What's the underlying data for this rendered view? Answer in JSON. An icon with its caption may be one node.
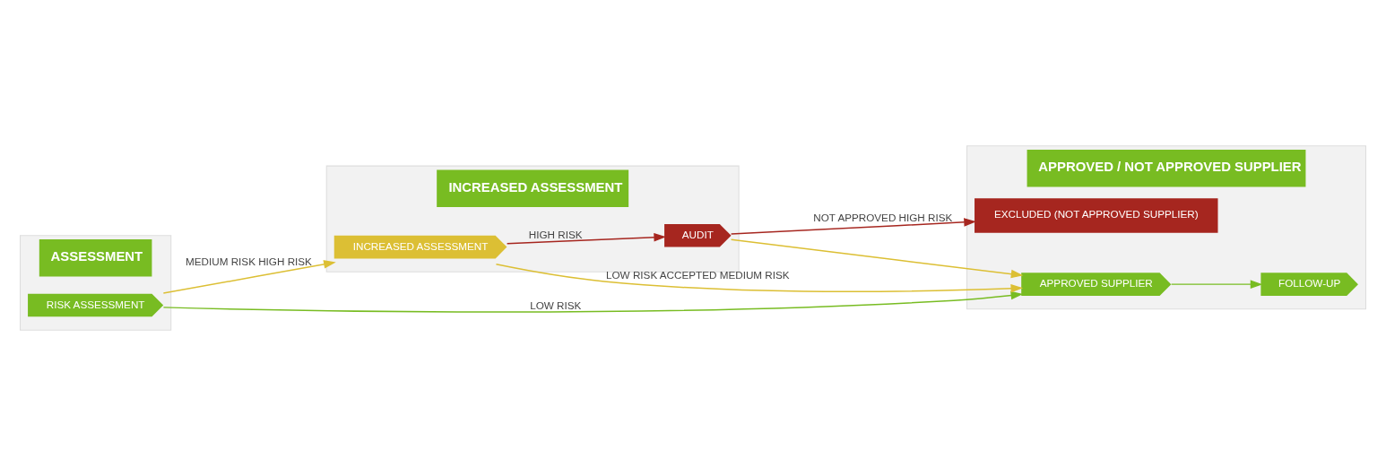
{
  "diagram": {
    "nodes": [
      {
        "text": [
          "ASSESSMENT"
        ]
      },
      {
        "text": [
          "RISK ASSESSMENT"
        ],
        "in": 0
      },
      {
        "text": [
          "INCREASED ASSESSMENT"
        ]
      },
      {
        "text": [
          "INCREASED ASSESSMENT"
        ],
        "in": 2
      },
      {
        "text": [
          "AUDIT"
        ],
        "in": 2
      },
      {
        "text": [
          "APPROVED / NOT APPROVED SUPPLIER"
        ]
      },
      {
        "text": [
          "APPROVED SUPPLIER"
        ],
        "in": 5
      },
      {
        "text": [
          "FOLLOW-UP"
        ],
        "in": 5
      },
      {
        "text": [
          "EXCLUDED (NOT APPROVED SUPPLIER)"
        ],
        "in": 5
      }
    ],
    "edges": [
      {
        "from": 1,
        "to": 6,
        "arrow": "to",
        "label": "LOW RISK",
        "color": "#78bc22"
      },
      {
        "from": 1,
        "to": 3,
        "arrow": "to",
        "label": "MEDIUM RISK HIGH RISK",
        "color": "#dcbf34"
      },
      {
        "from": 3,
        "to": 6,
        "arrow": "to",
        "label": "LOW RISK ACCEPTED MEDIUM RISK",
        "color": "#dcbf34"
      },
      {
        "from": 3,
        "to": 4,
        "arrow": "to",
        "label": "HIGH RISK",
        "color": "#a6261f"
      },
      {
        "from": 4,
        "to": 6,
        "arrow": "to",
        "color": "#dcbf34"
      },
      {
        "from": 6,
        "to": 7,
        "arrow": "to",
        "color": "#78bc22"
      },
      {
        "from": 4,
        "to": 8,
        "arrow": "to",
        "label": "NOT APPROVED HIGH RISK",
        "color": "#a6261f"
      }
    ]
  }
}
